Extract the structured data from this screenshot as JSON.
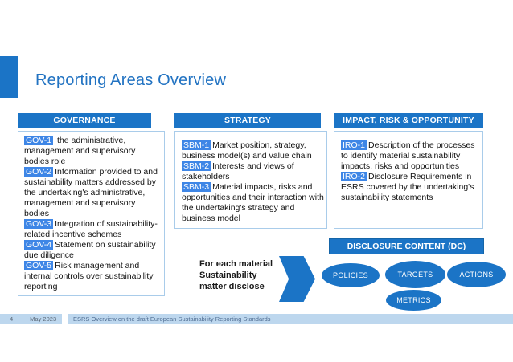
{
  "slide": {
    "title": "Reporting Areas Overview",
    "page_number": "4",
    "date": "May 2023",
    "footer_text": "ESRS Overview on the draft European Sustainability Reporting Standards"
  },
  "colors": {
    "primary_blue": "#1B74C6",
    "chip_blue": "#3E86E6",
    "title_blue": "#2273C2",
    "box_border_blue": "#A9CCEA",
    "footer_bar_blue": "#BDD7EE"
  },
  "columns": [
    {
      "header": "GOVERNANCE",
      "items": [
        {
          "code": "GOV-1",
          "text": "the administrative, management and supervisory bodies role"
        },
        {
          "code": "GOV-2",
          "text": "Information provided to and sustainability matters addressed by the undertaking's administrative, management and supervisory bodies"
        },
        {
          "code": "GOV-3",
          "text": "Integration of sustainability-related incentive schemes"
        },
        {
          "code": "GOV-4",
          "text": "Statement on sustainability due diligence"
        },
        {
          "code": "GOV-5",
          "text": "Risk management and internal controls over sustainability reporting"
        }
      ]
    },
    {
      "header": "STRATEGY",
      "items": [
        {
          "code": "SBM-1",
          "text": "Market position, strategy, business model(s) and value chain"
        },
        {
          "code": "SBM-2",
          "text": "Interests and views of stakeholders"
        },
        {
          "code": "SBM-3",
          "text": "Material impacts, risks and opportunities and their interaction with the undertaking's strategy and business model"
        }
      ]
    },
    {
      "header": "IMPACT, RISK & OPPORTUNITY",
      "items": [
        {
          "code": "IRO-1",
          "text": "Description of the processes to identify material sustainability impacts, risks and opportunities"
        },
        {
          "code": "IRO-2",
          "text": "Disclosure Requirements in ESRS covered by the undertaking's sustainability statements"
        }
      ]
    }
  ],
  "callout": {
    "text": "For each material\nSustainability\nmatter disclose"
  },
  "disclosure": {
    "header": "DISCLOSURE CONTENT (DC)",
    "ovals": [
      {
        "label": "POLICIES"
      },
      {
        "label": "TARGETS"
      },
      {
        "label": "ACTIONS"
      },
      {
        "label": "METRICS"
      }
    ]
  }
}
